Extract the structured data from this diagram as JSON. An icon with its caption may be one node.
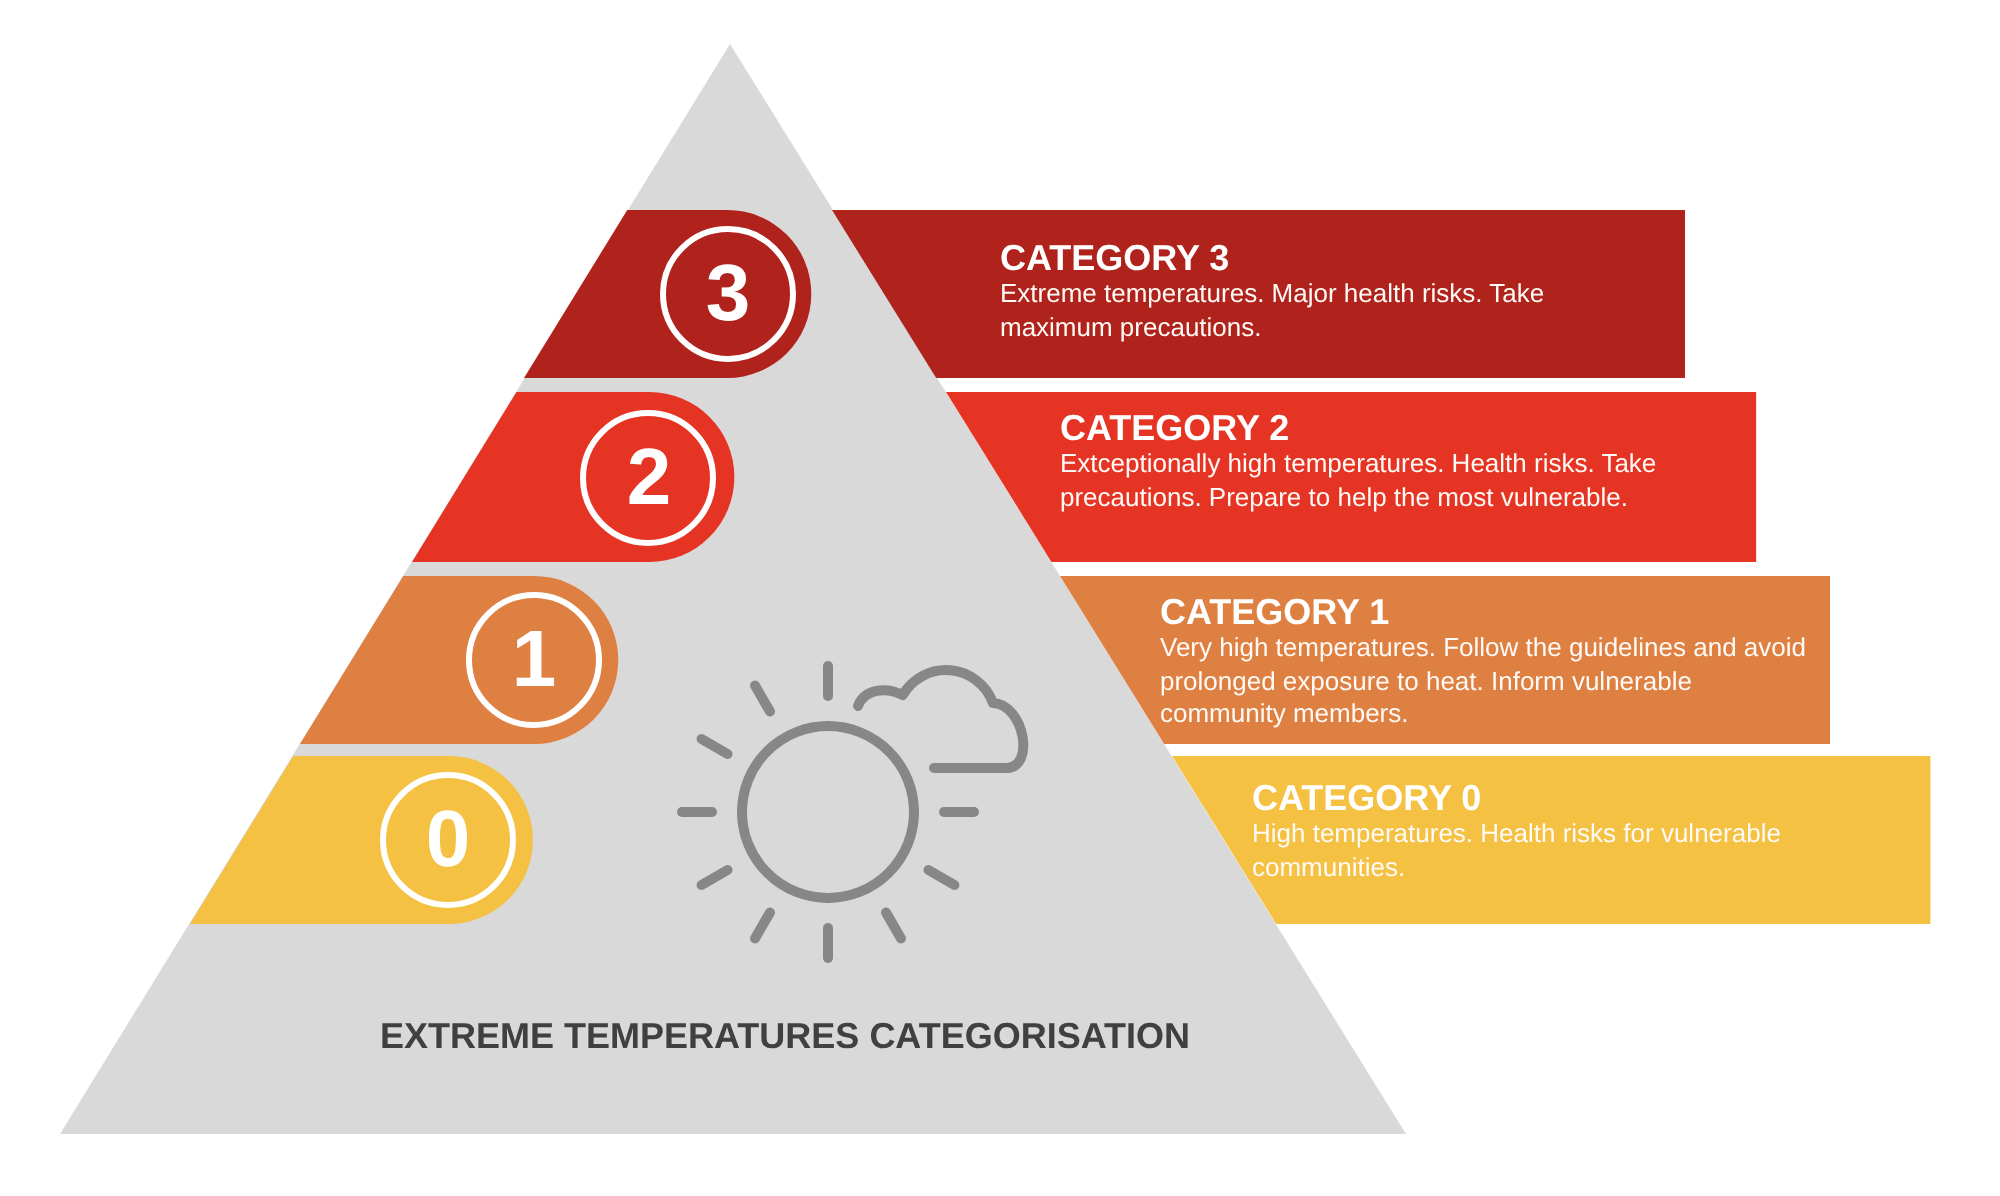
{
  "diagram": {
    "nodes": [
      {
        "text": [
          "EXTREME TEMPERATURES CATEGORISATION"
        ]
      },
      {
        "text": [
          "3"
        ],
        "in": 0
      },
      {
        "text": [
          "CATEGORY 3",
          "Extreme temperatures. Major health risks. Take maximum precautions."
        ]
      },
      {
        "text": [
          "2"
        ],
        "in": 0
      },
      {
        "text": [
          "CATEGORY 2",
          "Extceptionally high temperatures. Health risks. Take precautions. Prepare to help the most vulnerable."
        ]
      },
      {
        "text": [
          "1"
        ],
        "in": 0
      },
      {
        "text": [
          "CATEGORY 1",
          "Very high temperatures. Follow the guidelines and avoid prolonged exposure to heat. Inform vulnerable community members."
        ]
      },
      {
        "text": [
          "0"
        ],
        "in": 0
      },
      {
        "text": [
          "CATEGORY 0",
          "High temperatures. Health risks for vulnerable communities."
        ]
      }
    ]
  }
}
